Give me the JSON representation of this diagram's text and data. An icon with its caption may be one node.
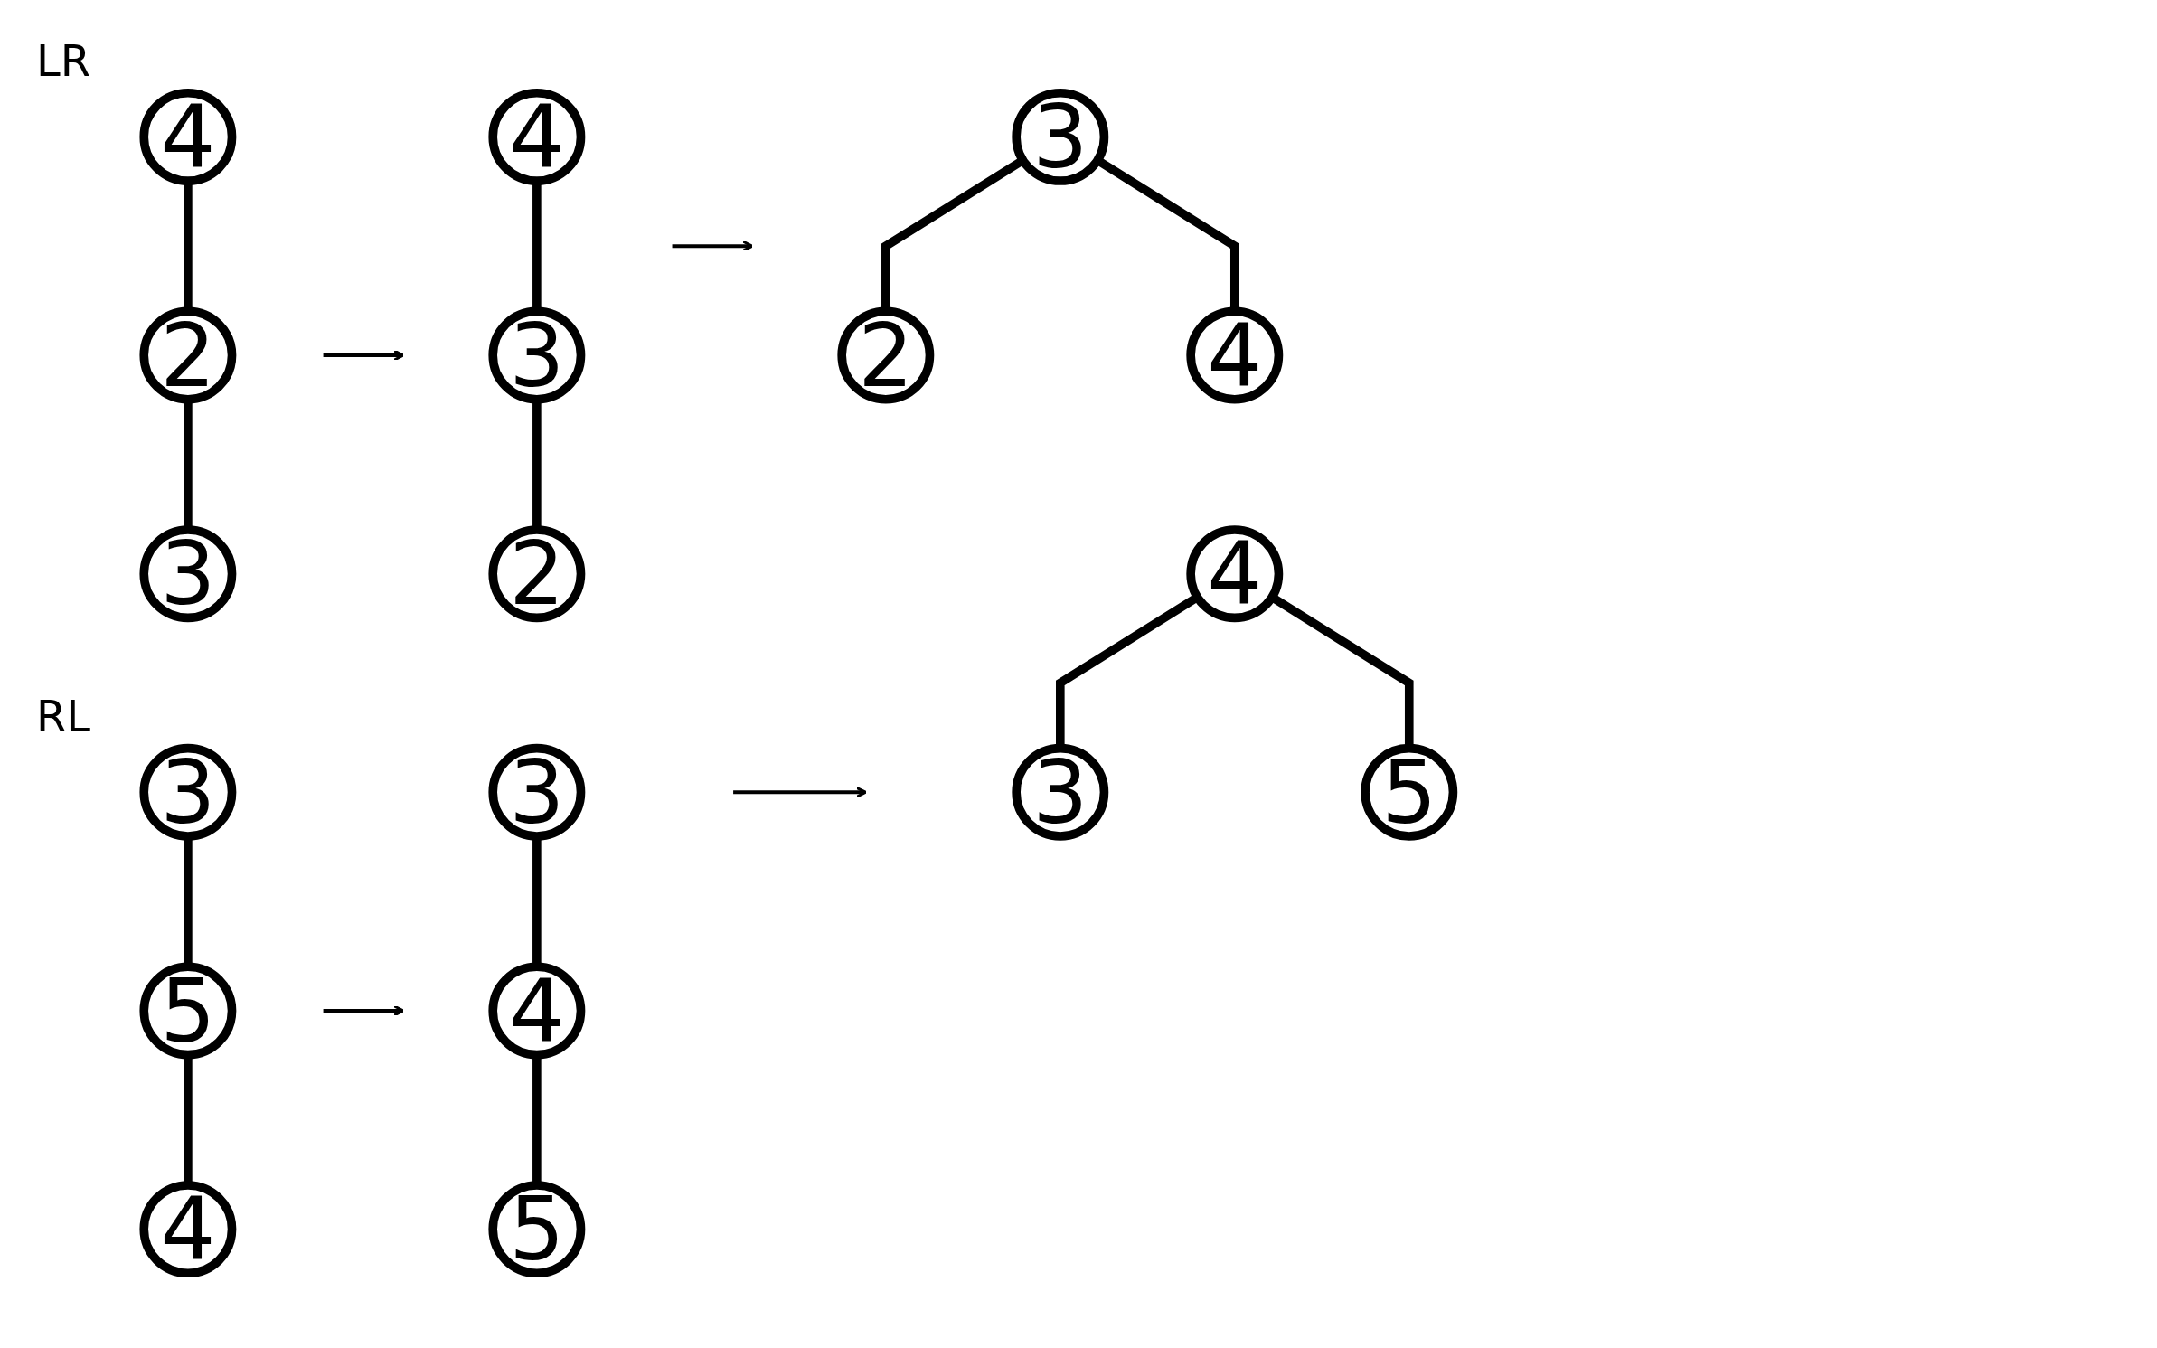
{
  "diagram": {
    "nodes": [
      {
        "text": [
          "4"
        ]
      },
      {
        "text": [
          "2"
        ]
      },
      {
        "text": [
          "3"
        ]
      },
      {
        "text": [
          "4"
        ]
      },
      {
        "text": [
          "3"
        ]
      },
      {
        "text": [
          "2"
        ]
      },
      {
        "text": [
          "3"
        ]
      },
      {
        "text": [
          "2"
        ]
      },
      {
        "text": [
          "4"
        ]
      },
      {
        "text": [
          "3"
        ]
      },
      {
        "text": [
          "5"
        ]
      },
      {
        "text": [
          "4"
        ]
      },
      {
        "text": [
          "3"
        ]
      },
      {
        "text": [
          "4"
        ]
      },
      {
        "text": [
          "5"
        ]
      },
      {
        "text": [
          "4"
        ]
      },
      {
        "text": [
          "3"
        ]
      },
      {
        "text": [
          "5"
        ]
      }
    ],
    "edges": [
      {
        "from": 0,
        "to": 1,
        "arrow": "none"
      },
      {
        "from": 1,
        "to": 2,
        "arrow": "none"
      },
      {
        "from": 3,
        "to": 4,
        "arrow": "none"
      },
      {
        "from": 4,
        "to": 5,
        "arrow": "none"
      },
      {
        "from": 6,
        "to": 7,
        "arrow": "none"
      },
      {
        "from": 6,
        "to": 8,
        "arrow": "none"
      },
      {
        "from": 9,
        "to": 10,
        "arrow": "none"
      },
      {
        "from": 10,
        "to": 11,
        "arrow": "none"
      },
      {
        "from": 12,
        "to": 13,
        "arrow": "none"
      },
      {
        "from": 13,
        "to": 14,
        "arrow": "none"
      },
      {
        "from": 15,
        "to": 16,
        "arrow": "none"
      },
      {
        "from": 15,
        "to": 17,
        "arrow": "none"
      }
    ],
    "labels": [
      "LR",
      "RL"
    ]
  }
}
